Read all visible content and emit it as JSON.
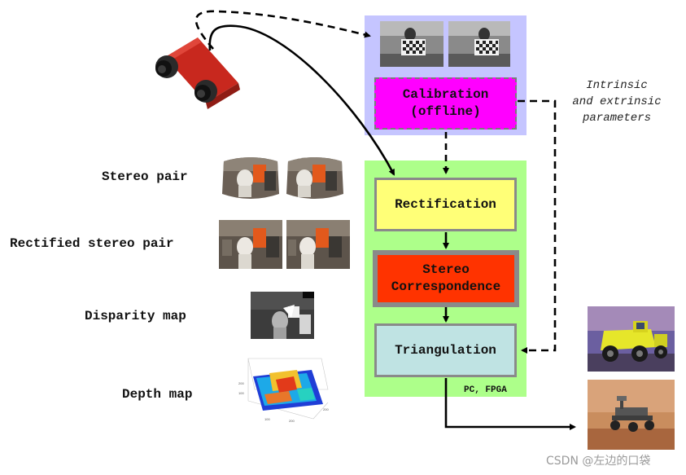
{
  "pipeline": {
    "calibration": "Calibration (offline)",
    "calibration_line1": "Calibration",
    "calibration_line2": "(offline)",
    "rectification": "Rectification",
    "stereo_line1": "Stereo",
    "stereo_line2": "Correspondence",
    "triangulation": "Triangulation",
    "platform": "PC, FPGA"
  },
  "side_note": {
    "line1": "Intrinsic",
    "line2": "and extrinsic",
    "line3": "parameters"
  },
  "left_labels": {
    "stereo_pair": "Stereo pair",
    "rectified": "Rectified stereo pair",
    "disparity": "Disparity map",
    "depth": "Depth map"
  },
  "watermark": "CSDN @左边的口袋",
  "colors": {
    "calibration_panel": "#c5c5ff",
    "calibration_box": "#ff00ff",
    "processing_panel": "#adff8a",
    "rectification_box": "#ffff77",
    "stereo_box": "#ff3300",
    "triangulation_box": "#bfe3e3",
    "camera_body": "#c8281e"
  },
  "icons": [
    "stereo-camera-icon",
    "checkerboard-photo-icon",
    "truck-photo-icon",
    "mars-rover-photo-icon",
    "depth-map-3d-plot-icon"
  ]
}
